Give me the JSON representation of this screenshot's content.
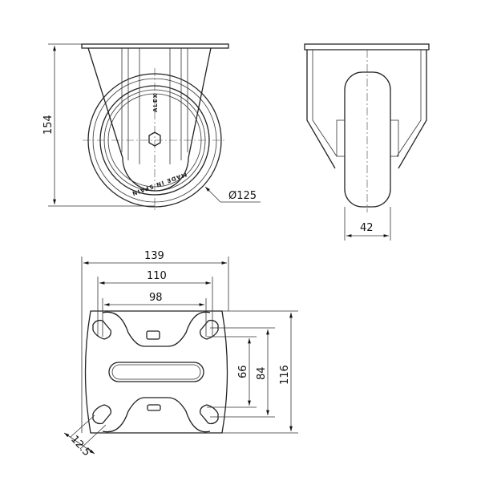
{
  "dimensions": {
    "front_height": "154",
    "wheel_diameter": "Ø125",
    "wheel_width": "42",
    "plate_length": "139",
    "hole_spacing_outer_x": "110",
    "hole_spacing_inner_x": "98",
    "plate_width": "116",
    "hole_spacing_outer_y": "84",
    "hole_spacing_inner_y": "66",
    "slot_width": "12.5"
  },
  "markings": {
    "brand": "ALEX",
    "origin": "MADE IN SPAIN"
  }
}
